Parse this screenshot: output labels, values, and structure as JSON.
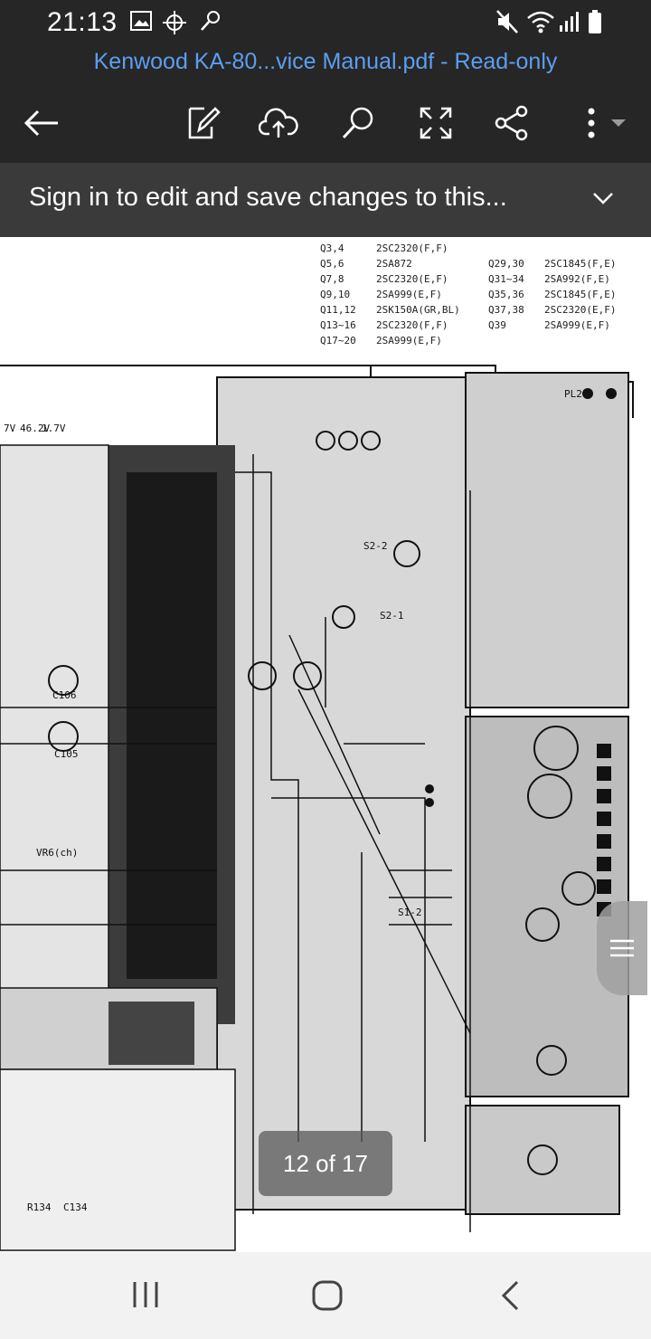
{
  "status_bar": {
    "time": "21:13",
    "icons_left": [
      "image-icon",
      "crosshair-icon",
      "key-icon"
    ],
    "icons_right": [
      "mute-icon",
      "wifi-icon",
      "signal-icon",
      "battery-icon"
    ]
  },
  "document": {
    "title": "Kenwood KA-80...vice Manual.pdf - Read-only",
    "page_indicator": "12 of 17",
    "parts_list": [
      {
        "ref": "Q3,4",
        "part": "2SC2320(F,F)"
      },
      {
        "ref": "Q5,6",
        "part": "2SA872"
      },
      {
        "ref": "Q7,8",
        "part": "2SC2320(E,F)"
      },
      {
        "ref": "Q9,10",
        "part": "2SA999(E,F)"
      },
      {
        "ref": "Q11,12",
        "part": "2SK150A(GR,BL)"
      },
      {
        "ref": "Q13~16",
        "part": "2SC2320(F,F)"
      },
      {
        "ref": "Q17~20",
        "part": "2SA999(E,F)"
      }
    ],
    "parts_list_right": [
      {
        "ref": "Q29,30",
        "part": "2SC1845(F,E)"
      },
      {
        "ref": "Q31~34",
        "part": "2SA992(F,E)"
      },
      {
        "ref": "Q35,36",
        "part": "2SC1845(F,E)"
      },
      {
        "ref": "Q37,38",
        "part": "2SC2320(E,F)"
      },
      {
        "ref": "Q39",
        "part": "2SA999(E,F)"
      }
    ],
    "schematic_labels": [
      "PL2",
      "S2-2",
      "S2-1",
      "S1-2",
      "C105",
      "C106",
      "C134",
      "R134",
      "VR6(ch)",
      "7V",
      "46.2V",
      "1.7V"
    ]
  },
  "toolbar": {
    "items": [
      "back-arrow-icon",
      "edit-icon",
      "cloud-upload-icon",
      "search-icon",
      "fullscreen-icon",
      "share-icon",
      "more-icon"
    ]
  },
  "banner": {
    "message": "Sign in to edit and save changes to this..."
  },
  "colors": {
    "bar_bg": "#262626",
    "banner_bg": "#3a3a3a",
    "title_blue": "#5c9ef0"
  }
}
